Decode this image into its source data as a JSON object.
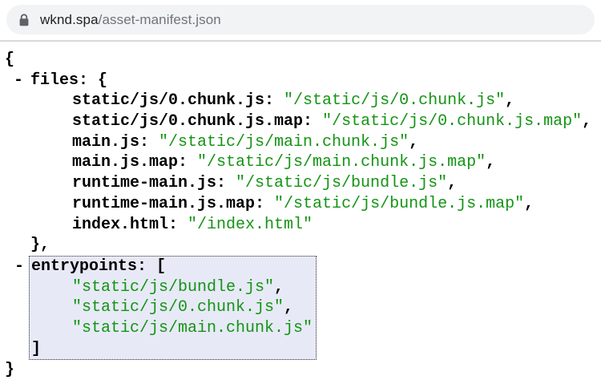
{
  "address_bar": {
    "lock_icon": "padlock-secure-connection",
    "url_domain": "wknd.spa",
    "url_path": "/asset-manifest.json",
    "background_color": "#f1f3f4"
  },
  "colors": {
    "key_text": "#000000",
    "string_value_green": "#149414",
    "selection_highlight_bg": "#e7eaf6",
    "selection_border": "dotted #2b2b2b",
    "divider": "#d9d9d9"
  },
  "json_viewer": {
    "top_lines": [
      {
        "indent": 0,
        "tokens": [
          {
            "type": "punct",
            "text": "{"
          }
        ]
      },
      {
        "indent": 1,
        "toggle": "-",
        "tokens": [
          {
            "type": "key",
            "text": "files:"
          },
          {
            "type": "punct",
            "text": " {"
          }
        ]
      },
      {
        "indent": 2,
        "tokens": [
          {
            "type": "key",
            "text": "static/js/0.chunk.js:"
          },
          {
            "type": "str",
            "text": " \"/static/js/0.chunk.js\""
          },
          {
            "type": "punct",
            "text": ","
          }
        ]
      },
      {
        "indent": 2,
        "tokens": [
          {
            "type": "key",
            "text": "static/js/0.chunk.js.map:"
          },
          {
            "type": "str",
            "text": " \"/static/js/0.chunk.js.map\""
          },
          {
            "type": "punct",
            "text": ","
          }
        ]
      },
      {
        "indent": 2,
        "tokens": [
          {
            "type": "key",
            "text": "main.js:"
          },
          {
            "type": "str",
            "text": " \"/static/js/main.chunk.js\""
          },
          {
            "type": "punct",
            "text": ","
          }
        ]
      },
      {
        "indent": 2,
        "tokens": [
          {
            "type": "key",
            "text": "main.js.map:"
          },
          {
            "type": "str",
            "text": " \"/static/js/main.chunk.js.map\""
          },
          {
            "type": "punct",
            "text": ","
          }
        ]
      },
      {
        "indent": 2,
        "tokens": [
          {
            "type": "key",
            "text": "runtime-main.js:"
          },
          {
            "type": "str",
            "text": " \"/static/js/bundle.js\""
          },
          {
            "type": "punct",
            "text": ","
          }
        ]
      },
      {
        "indent": 2,
        "tokens": [
          {
            "type": "key",
            "text": "runtime-main.js.map:"
          },
          {
            "type": "str",
            "text": " \"/static/js/bundle.js.map\""
          },
          {
            "type": "punct",
            "text": ","
          }
        ]
      },
      {
        "indent": 2,
        "tokens": [
          {
            "type": "key",
            "text": "index.html:"
          },
          {
            "type": "str",
            "text": " \"/index.html\""
          }
        ]
      },
      {
        "indent": 1,
        "tokens": [
          {
            "type": "punct",
            "text": "},"
          }
        ]
      }
    ],
    "selected_block": {
      "lines": [
        {
          "indent": 1,
          "toggle": "-",
          "tokens": [
            {
              "type": "key",
              "text": "entrypoints:"
            },
            {
              "type": "punct",
              "text": " ["
            }
          ]
        },
        {
          "indent": 2,
          "tokens": [
            {
              "type": "str",
              "text": "\"static/js/bundle.js\""
            },
            {
              "type": "punct",
              "text": ","
            }
          ]
        },
        {
          "indent": 2,
          "tokens": [
            {
              "type": "str",
              "text": "\"static/js/0.chunk.js\""
            },
            {
              "type": "punct",
              "text": ","
            }
          ]
        },
        {
          "indent": 2,
          "tokens": [
            {
              "type": "str",
              "text": "\"static/js/main.chunk.js\""
            }
          ]
        },
        {
          "indent": 1,
          "tokens": [
            {
              "type": "punct",
              "text": "]"
            }
          ]
        }
      ]
    },
    "bottom_lines": [
      {
        "indent": 0,
        "tokens": [
          {
            "type": "punct",
            "text": "}"
          }
        ]
      }
    ]
  }
}
